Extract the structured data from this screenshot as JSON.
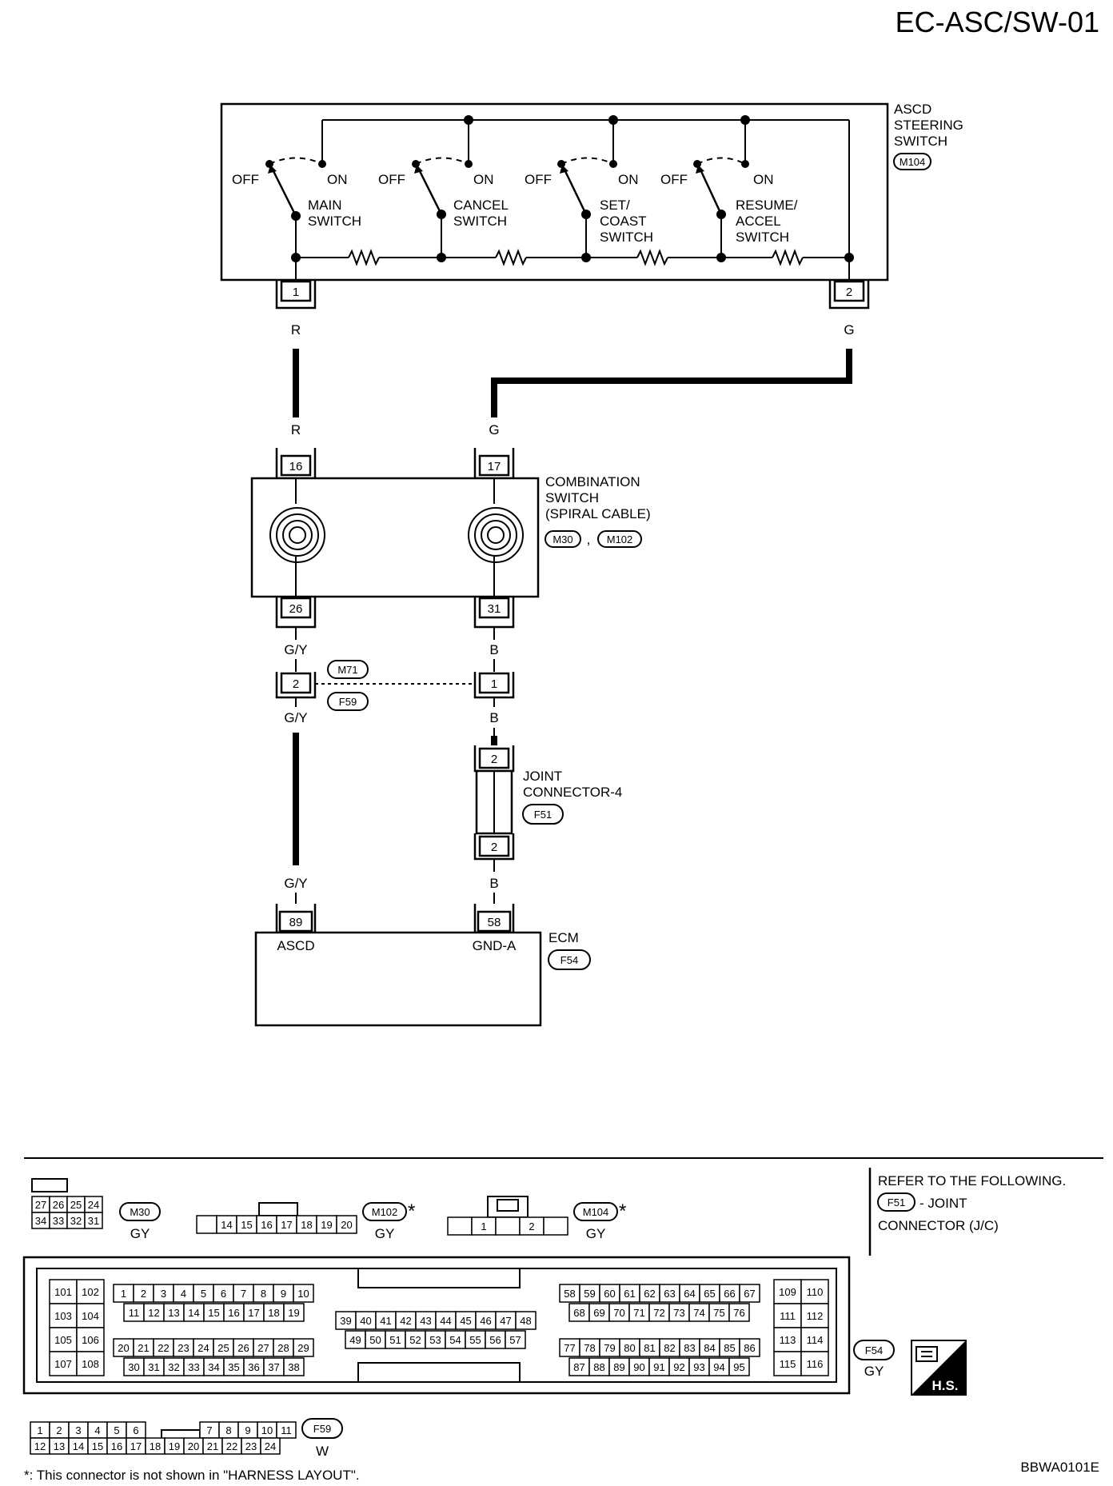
{
  "title": "EC-ASC/SW-01",
  "figure_id": "BBWA0101E",
  "footnote": "*: This connector is not shown in \"HARNESS LAYOUT\".",
  "ascd_switch": {
    "label_line1": "ASCD",
    "label_line2": "STEERING",
    "label_line3": "SWITCH",
    "connector": "M104",
    "off_label": "OFF",
    "on_label": "ON",
    "switches": [
      {
        "line1": "MAIN",
        "line2": "SWITCH",
        "line3": ""
      },
      {
        "line1": "CANCEL",
        "line2": "SWITCH",
        "line3": ""
      },
      {
        "line1": "SET/",
        "line2": "COAST",
        "line3": "SWITCH"
      },
      {
        "line1": "RESUME/",
        "line2": "ACCEL",
        "line3": "SWITCH"
      }
    ],
    "pin_left": "1",
    "pin_right": "2"
  },
  "wires": {
    "r": "R",
    "g": "G",
    "gy": "G/Y",
    "b": "B"
  },
  "combination_switch": {
    "label_line1": "COMBINATION",
    "label_line2": "SWITCH",
    "label_line3": "(SPIRAL CABLE)",
    "connector_a": "M30",
    "separator": ",",
    "connector_b": "M102",
    "pin_top_left": "16",
    "pin_top_right": "17",
    "pin_bottom_left": "26",
    "pin_bottom_right": "31"
  },
  "inline_connector": {
    "upper": "M71",
    "lower": "F59",
    "pin_left": "2",
    "pin_right": "1"
  },
  "joint_connector": {
    "label_line1": "JOINT",
    "label_line2": "CONNECTOR-4",
    "connector": "F51",
    "pin_top": "2",
    "pin_bottom": "2"
  },
  "ecm": {
    "label": "ECM",
    "connector": "F54",
    "pin_left": "89",
    "pin_right": "58",
    "terminal_left": "ASCD",
    "terminal_right": "GND-A"
  },
  "connector_views": {
    "m30": {
      "id": "M30",
      "color": "GY",
      "row1": [
        "27",
        "26",
        "25",
        "24"
      ],
      "row2": [
        "34",
        "33",
        "32",
        "31"
      ]
    },
    "m102": {
      "id": "M102",
      "color": "GY",
      "star": "*",
      "row1": [
        "",
        "14",
        "15",
        "16",
        "17",
        "18",
        "19",
        "20"
      ]
    },
    "m104": {
      "id": "M104",
      "color": "GY",
      "star": "*",
      "row1": [
        "",
        "1",
        "",
        "2",
        ""
      ]
    },
    "f54": {
      "id": "F54",
      "color": "GY",
      "g1": [
        "101",
        "102",
        "103",
        "104",
        "105",
        "106",
        "107",
        "108"
      ],
      "r1": [
        "1",
        "2",
        "3",
        "4",
        "5",
        "6",
        "7",
        "8",
        "9",
        "10"
      ],
      "r2": [
        "11",
        "12",
        "13",
        "14",
        "15",
        "16",
        "17",
        "18",
        "19"
      ],
      "r3": [
        "20",
        "21",
        "22",
        "23",
        "24",
        "25",
        "26",
        "27",
        "28",
        "29"
      ],
      "r4": [
        "30",
        "31",
        "32",
        "33",
        "34",
        "35",
        "36",
        "37",
        "38"
      ],
      "r5": [
        "39",
        "40",
        "41",
        "42",
        "43",
        "44",
        "45",
        "46",
        "47",
        "48"
      ],
      "r6": [
        "49",
        "50",
        "51",
        "52",
        "53",
        "54",
        "55",
        "56",
        "57"
      ],
      "r7": [
        "58",
        "59",
        "60",
        "61",
        "62",
        "63",
        "64",
        "65",
        "66",
        "67"
      ],
      "r8": [
        "68",
        "69",
        "70",
        "71",
        "72",
        "73",
        "74",
        "75",
        "76"
      ],
      "r9": [
        "77",
        "78",
        "79",
        "80",
        "81",
        "82",
        "83",
        "84",
        "85",
        "86"
      ],
      "r10": [
        "87",
        "88",
        "89",
        "90",
        "91",
        "92",
        "93",
        "94",
        "95"
      ],
      "g2": [
        "109",
        "110",
        "111",
        "112",
        "113",
        "114",
        "115",
        "116"
      ]
    },
    "f59": {
      "id": "F59",
      "color": "W",
      "row1": [
        "1",
        "2",
        "3",
        "4",
        "5",
        "6",
        "7",
        "8",
        "9",
        "10",
        "11"
      ],
      "row2": [
        "12",
        "13",
        "14",
        "15",
        "16",
        "17",
        "18",
        "19",
        "20",
        "21",
        "22",
        "23",
        "24"
      ]
    }
  },
  "refer": {
    "line1": "REFER TO THE FOLLOWING.",
    "connector": "F51",
    "line2_suffix": "- JOINT",
    "line3": "CONNECTOR (J/C)"
  },
  "hs_badge": "H.S."
}
